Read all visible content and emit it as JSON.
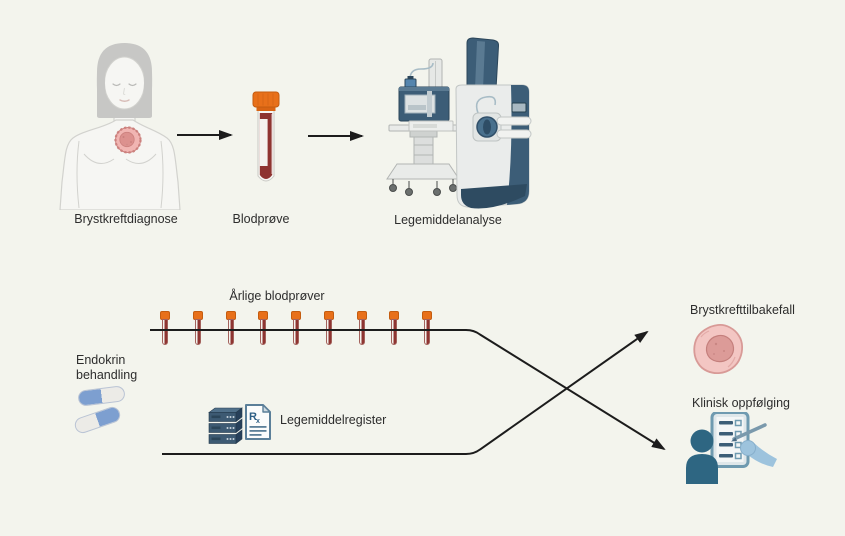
{
  "colors": {
    "bg": "#f3f4ed",
    "ink": "#2d2d2d",
    "arrow": "#1c1c1c",
    "cap_orange": "#e8701a",
    "cap_orange_dark": "#c45c10",
    "blood_red": "#8e3431",
    "tube_glass": "#f4f3ee",
    "pill_blue": "#7d9fd0",
    "pill_white": "#ecebe7",
    "navy": "#3c5d77",
    "navy_dark": "#2c465a",
    "navy_mid": "#5a7a92",
    "steel": "#5b7f99",
    "device_light": "#eaeceb",
    "device_stroke": "#c2c6c5",
    "metal_light": "#e9ebe9",
    "metal_stroke": "#b2b5b3",
    "figure_fill": "#f6f6f3",
    "figure_line": "#d2d2ce",
    "hair_gray": "#c7c7c5",
    "tumor_outer": "#f1b5b2",
    "tumor_edge": "#cc817e",
    "tumor_inner": "#dc918e",
    "cell_outer": "#f3c6c3",
    "cell_edge": "#d89a97",
    "cell_nucleus": "#dc9b98",
    "cell_nucleus_edge": "#c47f7c",
    "person_teal": "#2e6682",
    "hand_blue": "#9dc3dd",
    "board_border": "#6f9ab0",
    "registry_blue": "#3d5a73"
  },
  "top_flow": {
    "steps": [
      {
        "label": "Brystkreftdiagnose",
        "icon": "patient-figure-icon"
      },
      {
        "label": "Blodprøve",
        "icon": "blood-tube-icon"
      },
      {
        "label": "Legemiddelanalyse",
        "icon": "mass-spectrometer-icon"
      }
    ]
  },
  "study_flow": {
    "treatment_label": "Endokrin\nbehandling",
    "treatment_icon": "pills-icon",
    "timeline_label": "Årlige blodprøver",
    "annual_sample_count": 9,
    "registry_label": "Legemiddelregister",
    "registry_icons": [
      "server-stack-icon",
      "rx-document-icon"
    ],
    "outcomes": [
      {
        "label": "Brystkrefttilbakefall",
        "icon": "cancer-cell-icon"
      },
      {
        "label": "Klinisk oppfølging",
        "icon": "clinician-checklist-icon"
      }
    ]
  }
}
